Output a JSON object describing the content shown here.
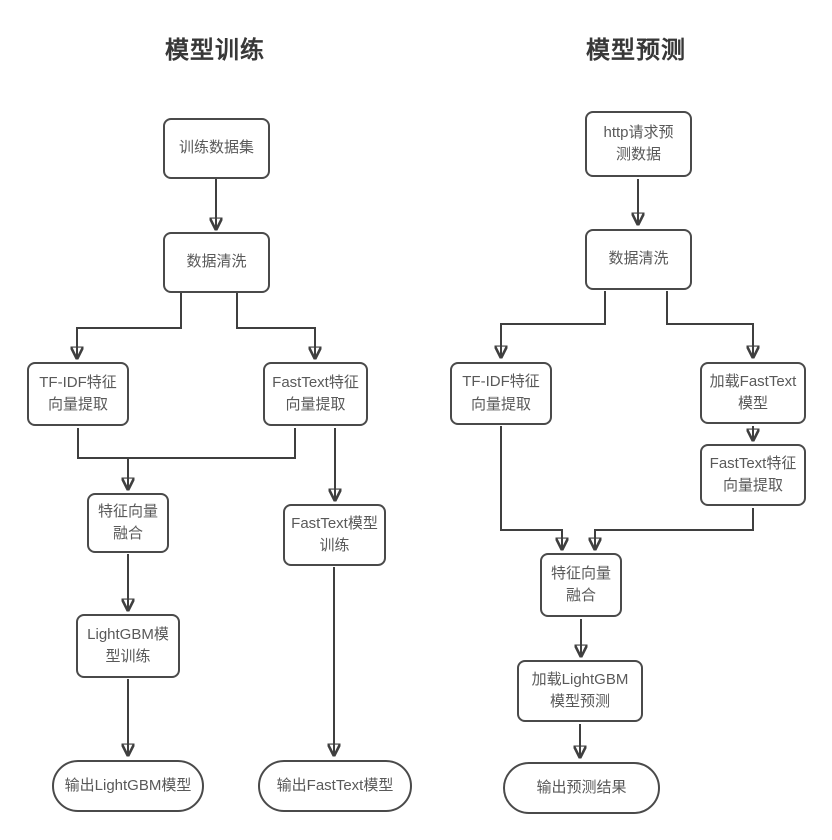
{
  "diagram": {
    "left": {
      "title": "模型训练",
      "nodes": {
        "dataset": {
          "label": "训练数据集"
        },
        "clean": {
          "label": "数据清洗"
        },
        "tfidf": {
          "label": "TF-IDF特征\n向量提取"
        },
        "fasttext_extract": {
          "label": "FastText特征\n向量提取"
        },
        "fusion": {
          "label": "特征向量\n融合"
        },
        "fasttext_train": {
          "label": "FastText模型\n训练"
        },
        "lgbm_train": {
          "label": "LightGBM模\n型训练"
        },
        "out_lgbm": {
          "label": "输出LightGBM模型"
        },
        "out_fasttext": {
          "label": "输出FastText模型"
        }
      },
      "edges": [
        {
          "from": "dataset",
          "to": "clean"
        },
        {
          "from": "clean",
          "to": "tfidf"
        },
        {
          "from": "clean",
          "to": "fasttext_extract"
        },
        {
          "from": "tfidf",
          "to": "fusion"
        },
        {
          "from": "fasttext_extract",
          "to": "fusion"
        },
        {
          "from": "fasttext_extract",
          "to": "fasttext_train"
        },
        {
          "from": "fusion",
          "to": "lgbm_train"
        },
        {
          "from": "lgbm_train",
          "to": "out_lgbm"
        },
        {
          "from": "fasttext_train",
          "to": "out_fasttext"
        }
      ]
    },
    "right": {
      "title": "模型预测",
      "nodes": {
        "http_data": {
          "label": "http请求预\n测数据"
        },
        "clean": {
          "label": "数据清洗"
        },
        "tfidf": {
          "label": "TF-IDF特征\n向量提取"
        },
        "load_fasttext": {
          "label": "加载FastText\n模型"
        },
        "fasttext_extract": {
          "label": "FastText特征\n向量提取"
        },
        "fusion": {
          "label": "特征向量\n融合"
        },
        "load_lgbm": {
          "label": "加载LightGBM\n模型预测"
        },
        "out_result": {
          "label": "输出预测结果"
        }
      },
      "edges": [
        {
          "from": "http_data",
          "to": "clean"
        },
        {
          "from": "clean",
          "to": "tfidf"
        },
        {
          "from": "clean",
          "to": "load_fasttext"
        },
        {
          "from": "load_fasttext",
          "to": "fasttext_extract"
        },
        {
          "from": "tfidf",
          "to": "fusion"
        },
        {
          "from": "fasttext_extract",
          "to": "fusion"
        },
        {
          "from": "fusion",
          "to": "load_lgbm"
        },
        {
          "from": "load_lgbm",
          "to": "out_result"
        }
      ]
    },
    "colors": {
      "background": "#ffffff",
      "line": "#3f3f3f",
      "box_border": "#4a4a4a",
      "box_fill": "#ffffff",
      "text": "#595959",
      "title": "#383838"
    }
  }
}
